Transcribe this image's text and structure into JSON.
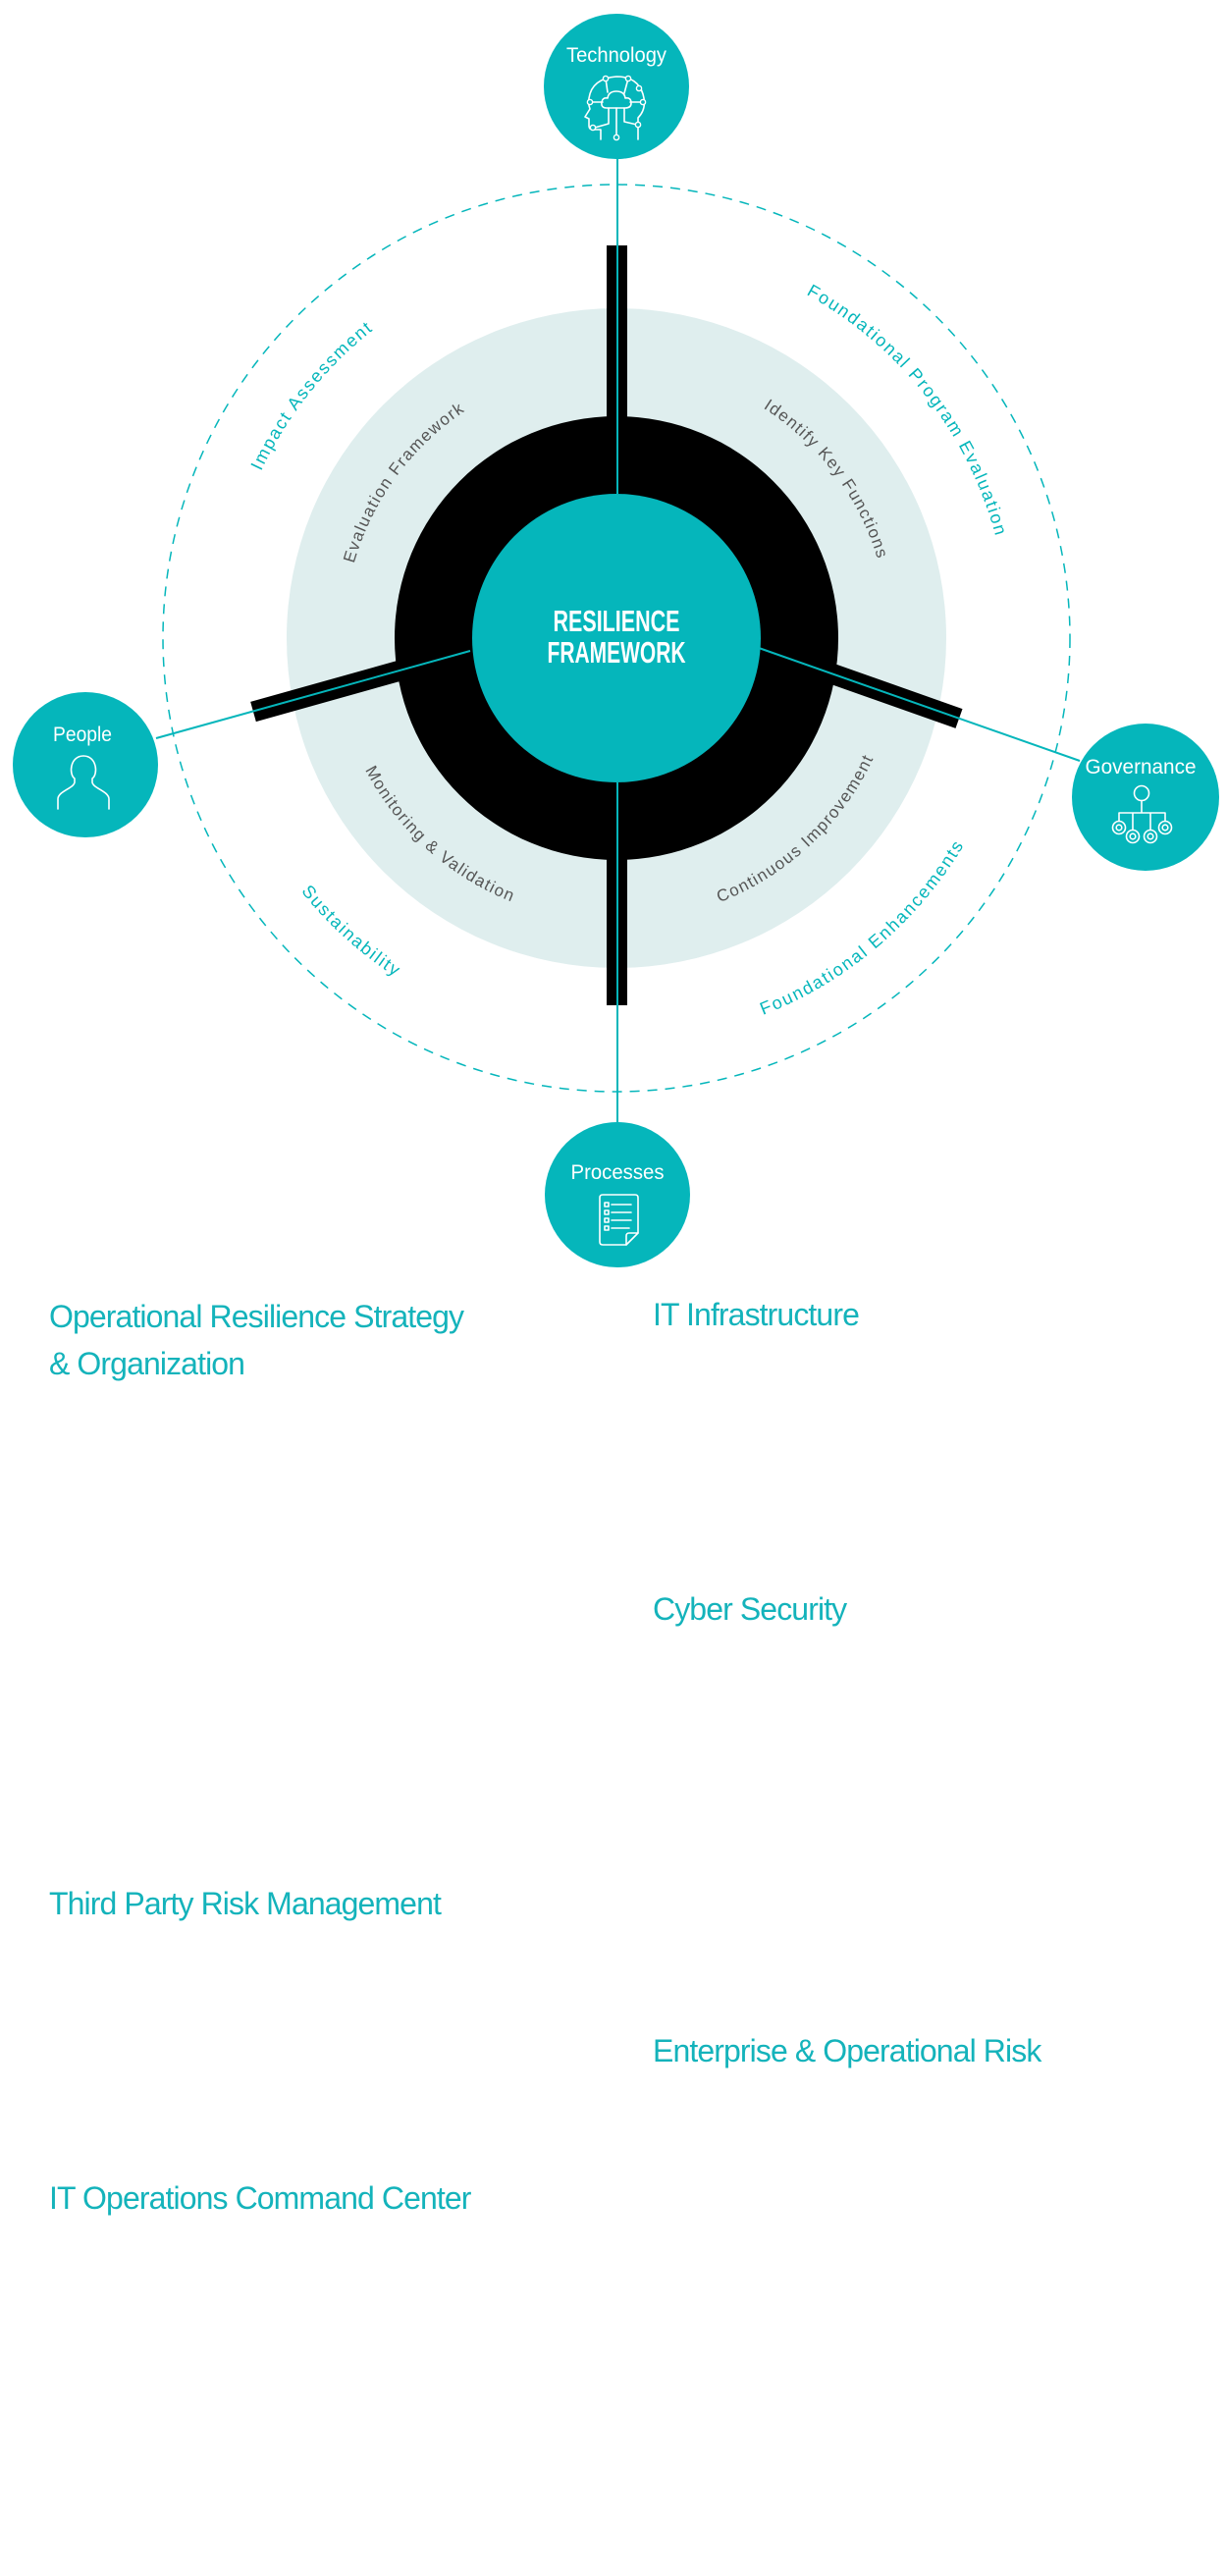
{
  "colors": {
    "teal": "#05b6bb",
    "ring_light": "#dfeeee",
    "ring_dark": "#000000",
    "title_text": "#14b3bb",
    "inner_label": "#555555"
  },
  "diagram": {
    "center_title": {
      "line1": "RESILIENCE",
      "line2": "FRAMEWORK"
    },
    "nodes": {
      "technology": {
        "label": "Technology",
        "icon": "head-network-icon"
      },
      "people": {
        "label": "People",
        "icon": "person-icon"
      },
      "governance": {
        "label": "Governance",
        "icon": "org-chart-icon"
      },
      "processes": {
        "label": "Processes",
        "icon": "checklist-document-icon"
      }
    },
    "inner_ring_labels": {
      "top_left": "Evaluation Framework",
      "top_right": "Identify Key Functions",
      "bottom_left": "Monitoring & Validation",
      "bottom_right": "Continuous Improvement"
    },
    "outer_ring_labels": {
      "top_left": "Impact Assessment",
      "top_right": "Foundational Program Evaluation",
      "bottom_left": "Sustainability",
      "bottom_right": "Foundational Enhancements"
    }
  },
  "sections": [
    {
      "title": "Operational Resilience Strategy & Organization"
    },
    {
      "title": "IT Infrastructure"
    },
    {
      "title": "Cyber Security"
    },
    {
      "title": "Third Party Risk Management"
    },
    {
      "title": "Enterprise & Operational Risk"
    },
    {
      "title": "IT Operations Command Center"
    }
  ]
}
